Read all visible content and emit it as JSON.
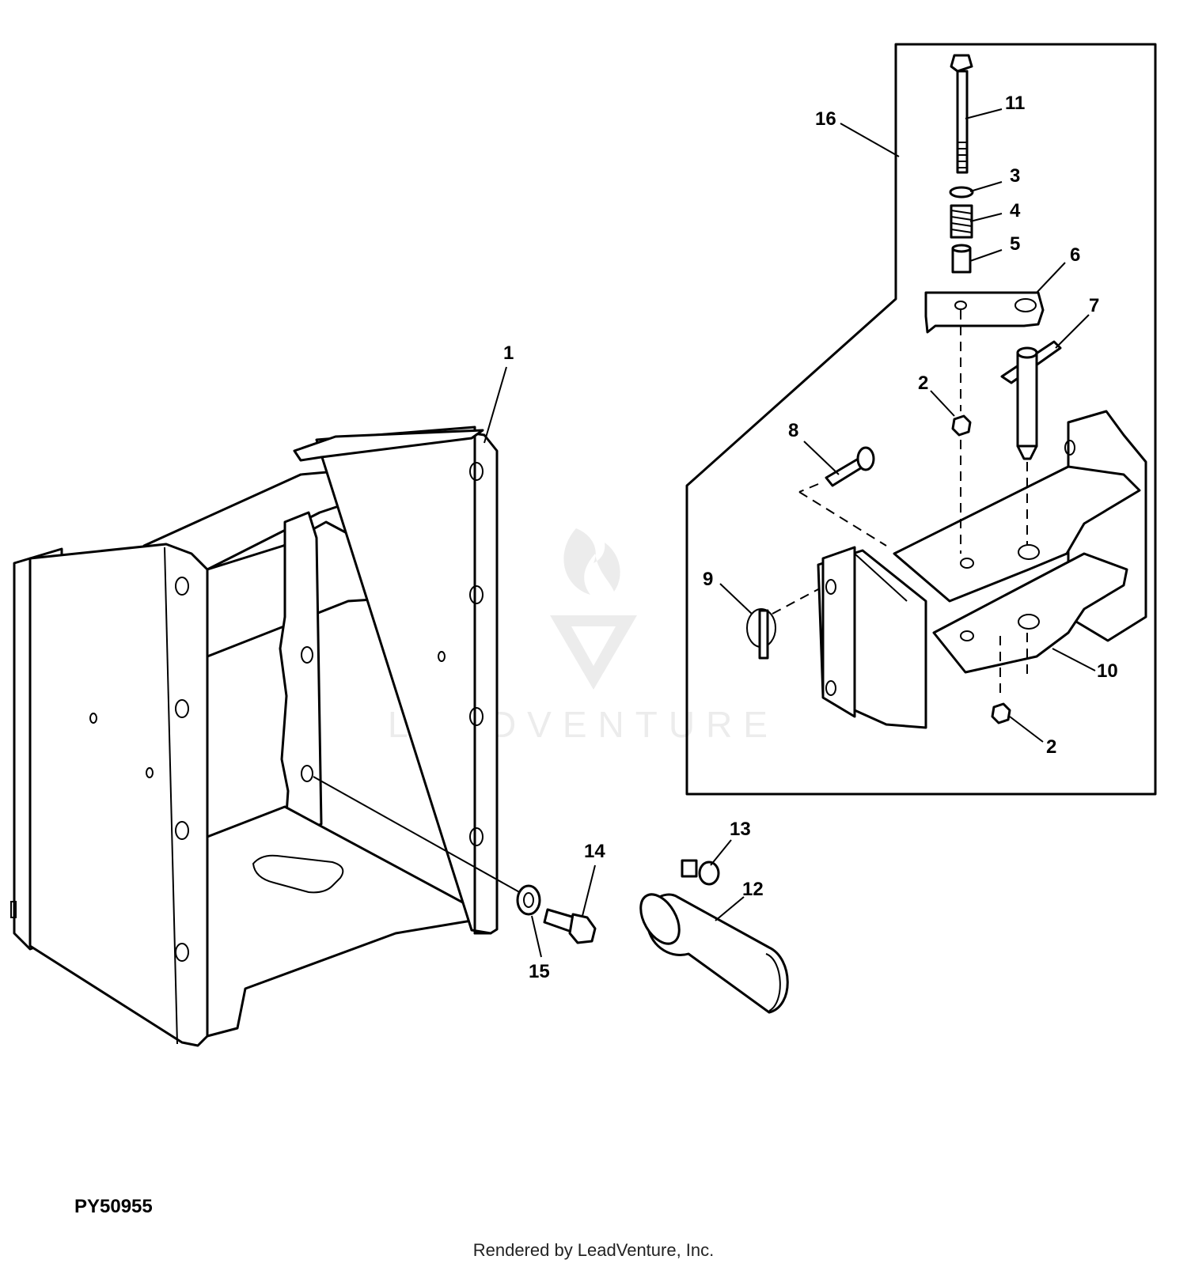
{
  "watermark": {
    "brand": "LEADVENTURE"
  },
  "figure_id": "PY50955",
  "footer": "Rendered by LeadVenture, Inc.",
  "callouts": [
    "1",
    "2",
    "2",
    "3",
    "4",
    "5",
    "6",
    "7",
    "8",
    "9",
    "10",
    "11",
    "12",
    "13",
    "14",
    "15",
    "16"
  ]
}
